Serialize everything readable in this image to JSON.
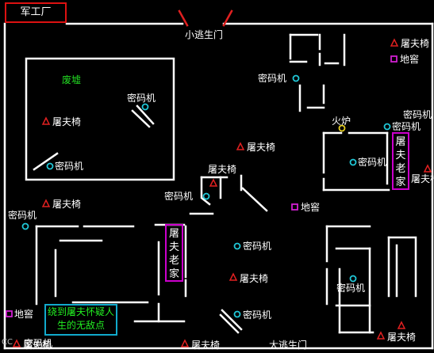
{
  "map": {
    "title": "军工厂",
    "ruins_label": "废墟",
    "small_gate": "小逃生门",
    "big_gate": "大逃生门",
    "chair": "屠夫椅",
    "cipher": "密码机",
    "cellar": "地窖",
    "furnace": "火炉",
    "hunter_home": "屠夫老家",
    "tip": "绕到屠夫怀疑人生的无敌点",
    "corner_text": "CC"
  },
  "colors": {
    "wall": "#ffffff",
    "chair": "#e02020",
    "cipher": "#20c8d8",
    "cellar": "#d020d0",
    "furnace": "#e8d020",
    "title_border": "#dd1111",
    "tip_border": "#11aacc",
    "tip_text": "#22dd22",
    "ruins_text": "#22dd22"
  }
}
